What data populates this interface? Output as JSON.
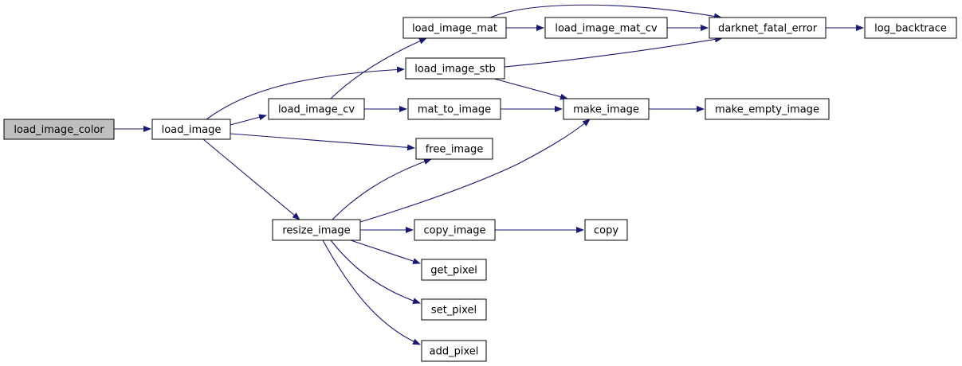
{
  "diagram": {
    "type": "call-graph",
    "colors": {
      "edge": "#191970",
      "node_fill": "#ffffff",
      "root_fill": "#bfbfbf",
      "border": "#000000"
    },
    "nodes": [
      {
        "id": "load_image_color",
        "label": "load_image_color",
        "root": true
      },
      {
        "id": "load_image",
        "label": "load_image"
      },
      {
        "id": "load_image_cv",
        "label": "load_image_cv"
      },
      {
        "id": "load_image_mat",
        "label": "load_image_mat"
      },
      {
        "id": "load_image_stb",
        "label": "load_image_stb"
      },
      {
        "id": "load_image_mat_cv",
        "label": "load_image_mat_cv"
      },
      {
        "id": "darknet_fatal_error",
        "label": "darknet_fatal_error"
      },
      {
        "id": "log_backtrace",
        "label": "log_backtrace"
      },
      {
        "id": "mat_to_image",
        "label": "mat_to_image"
      },
      {
        "id": "make_image",
        "label": "make_image"
      },
      {
        "id": "make_empty_image",
        "label": "make_empty_image"
      },
      {
        "id": "free_image",
        "label": "free_image"
      },
      {
        "id": "resize_image",
        "label": "resize_image"
      },
      {
        "id": "copy_image",
        "label": "copy_image"
      },
      {
        "id": "copy",
        "label": "copy"
      },
      {
        "id": "get_pixel",
        "label": "get_pixel"
      },
      {
        "id": "set_pixel",
        "label": "set_pixel"
      },
      {
        "id": "add_pixel",
        "label": "add_pixel"
      }
    ],
    "edges": [
      {
        "from": "load_image_color",
        "to": "load_image"
      },
      {
        "from": "load_image",
        "to": "load_image_cv"
      },
      {
        "from": "load_image",
        "to": "load_image_stb"
      },
      {
        "from": "load_image",
        "to": "free_image"
      },
      {
        "from": "load_image",
        "to": "resize_image"
      },
      {
        "from": "load_image_cv",
        "to": "load_image_mat"
      },
      {
        "from": "load_image_cv",
        "to": "mat_to_image"
      },
      {
        "from": "load_image_mat",
        "to": "load_image_mat_cv"
      },
      {
        "from": "load_image_mat",
        "to": "darknet_fatal_error"
      },
      {
        "from": "load_image_mat_cv",
        "to": "darknet_fatal_error"
      },
      {
        "from": "load_image_stb",
        "to": "darknet_fatal_error"
      },
      {
        "from": "load_image_stb",
        "to": "make_image"
      },
      {
        "from": "darknet_fatal_error",
        "to": "log_backtrace"
      },
      {
        "from": "mat_to_image",
        "to": "make_image"
      },
      {
        "from": "make_image",
        "to": "make_empty_image"
      },
      {
        "from": "resize_image",
        "to": "free_image"
      },
      {
        "from": "resize_image",
        "to": "make_image"
      },
      {
        "from": "resize_image",
        "to": "copy_image"
      },
      {
        "from": "resize_image",
        "to": "get_pixel"
      },
      {
        "from": "resize_image",
        "to": "set_pixel"
      },
      {
        "from": "resize_image",
        "to": "add_pixel"
      },
      {
        "from": "copy_image",
        "to": "copy"
      }
    ]
  }
}
